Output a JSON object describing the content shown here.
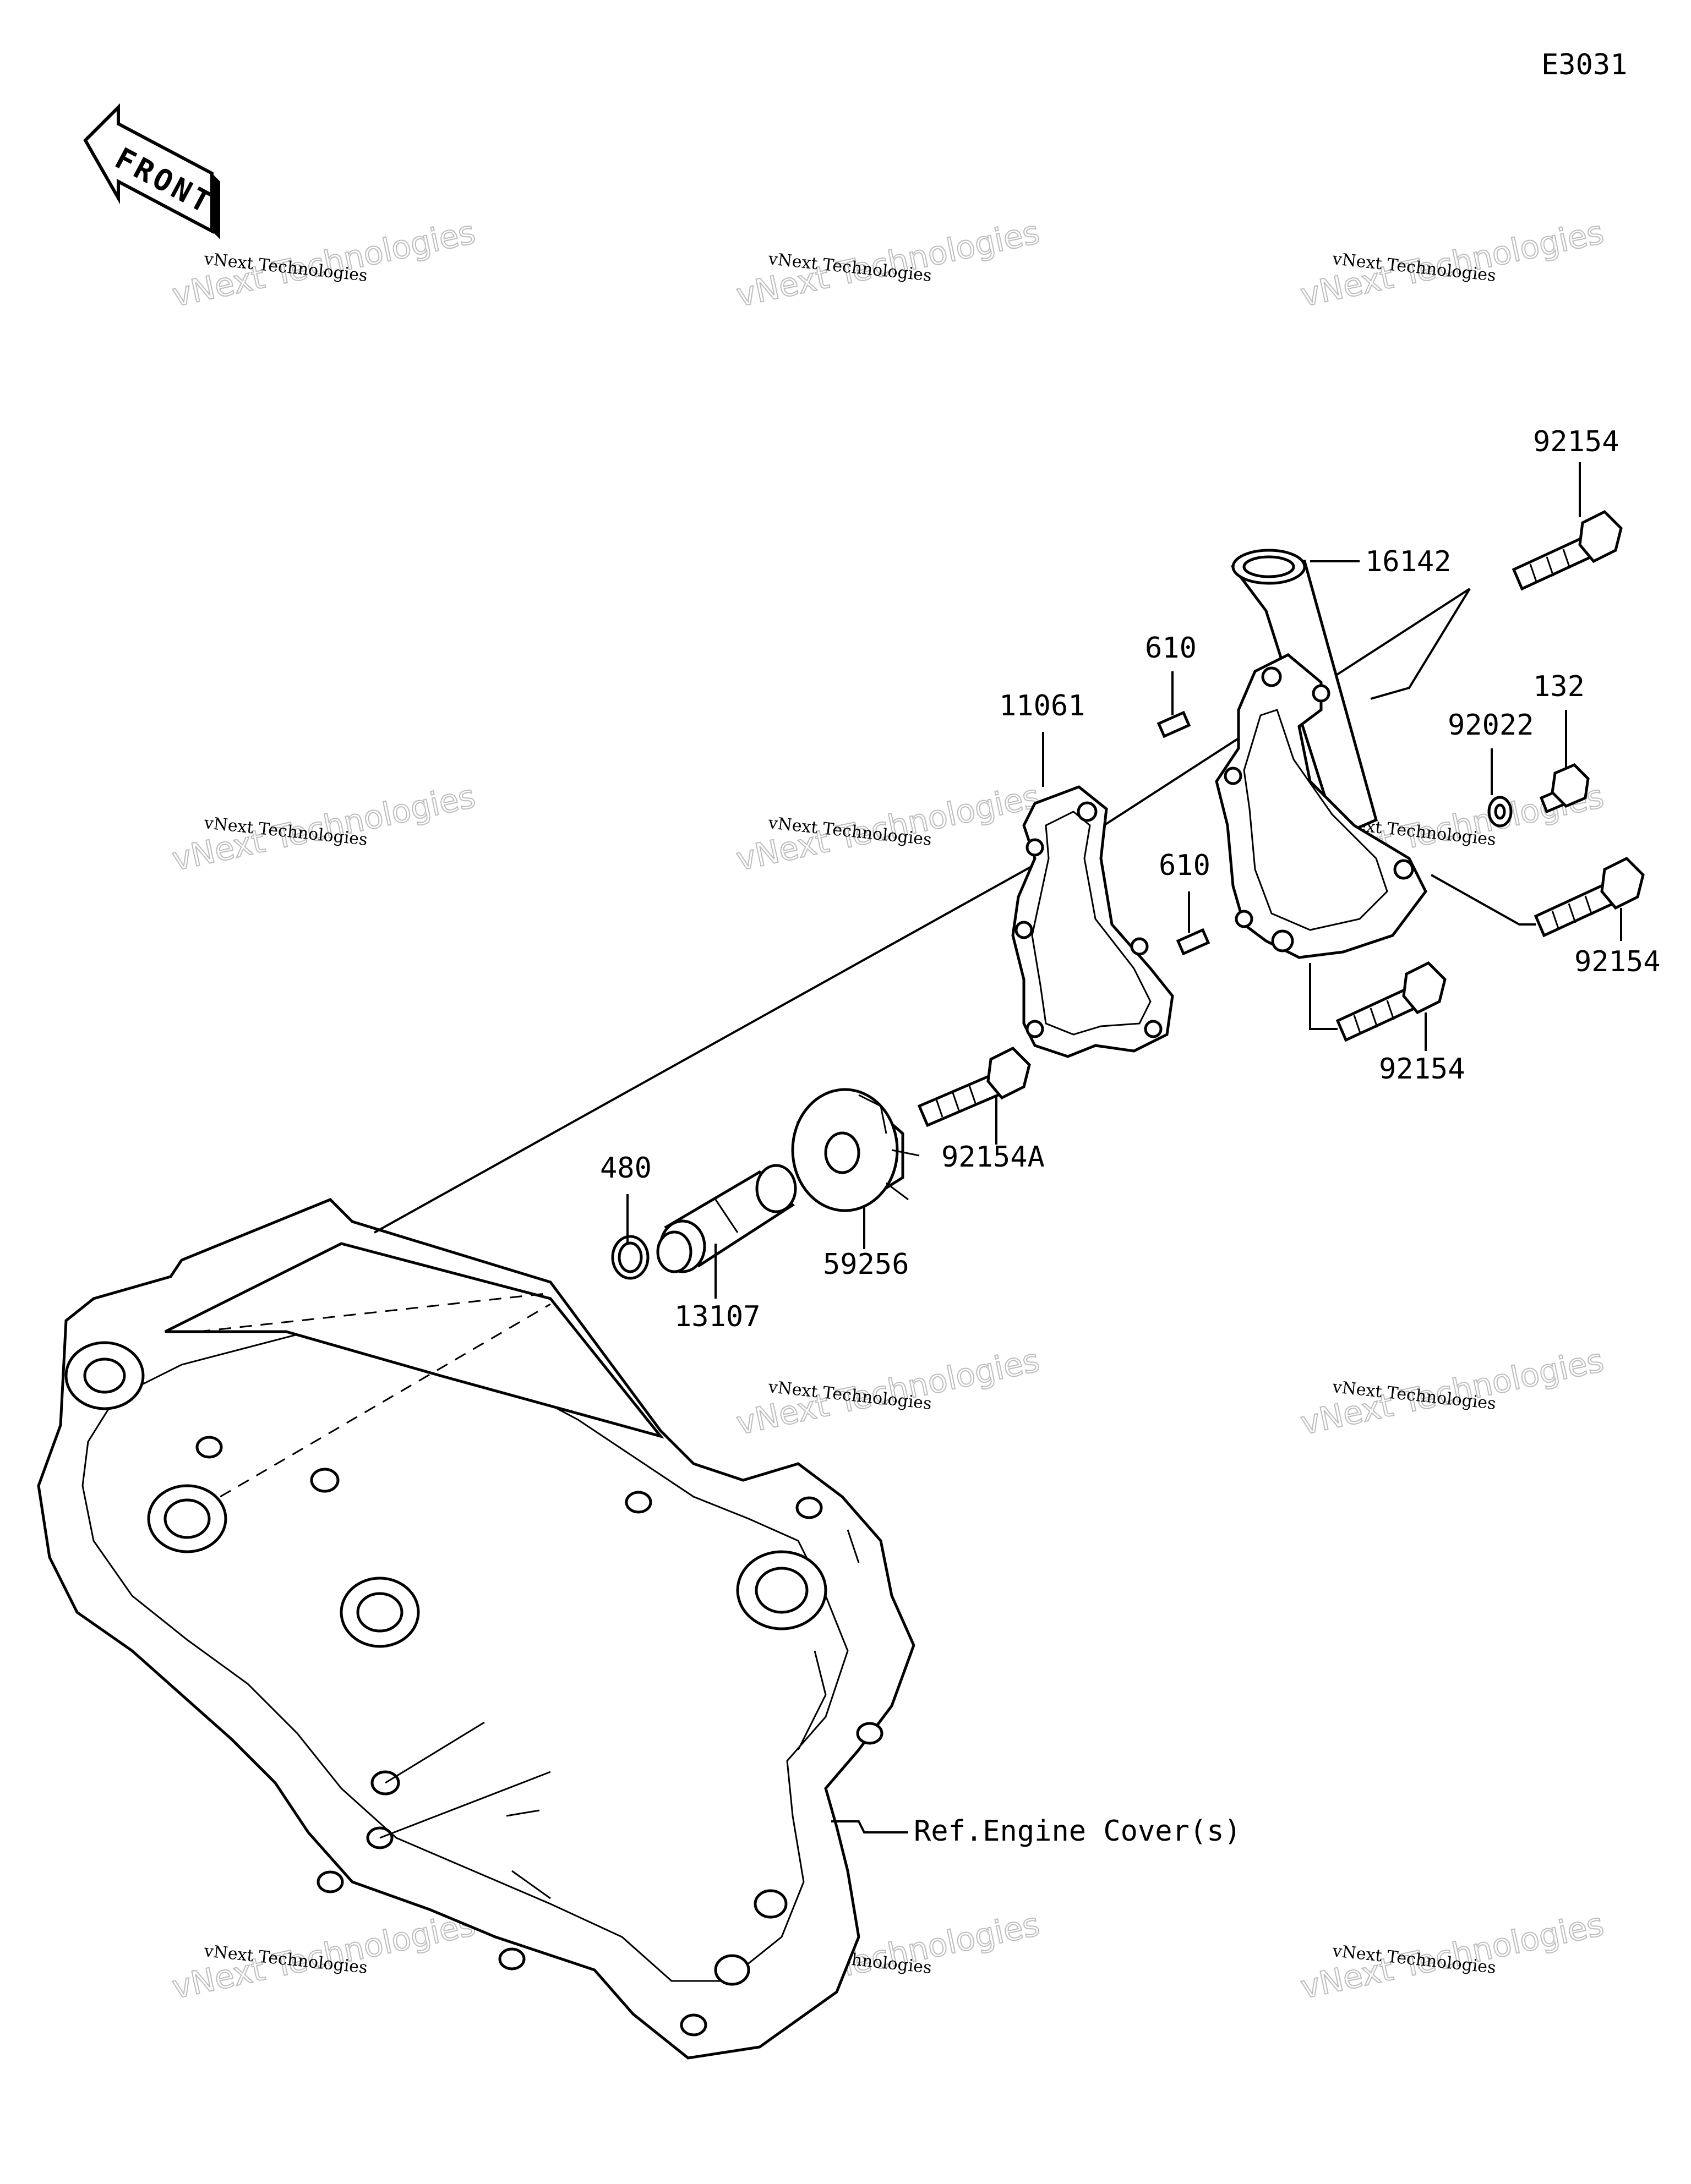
{
  "diagram_code": "E3031",
  "front_label": "FRONT",
  "watermark": {
    "line1": "vNext Technologies",
    "line2": "vNext Technologies"
  },
  "parts": [
    {
      "id": "p92154_top",
      "number": "92154"
    },
    {
      "id": "p16142",
      "number": "16142"
    },
    {
      "id": "p610_top",
      "number": "610"
    },
    {
      "id": "p132",
      "number": "132"
    },
    {
      "id": "p92022",
      "number": "92022"
    },
    {
      "id": "p11061",
      "number": "11061"
    },
    {
      "id": "p610_mid",
      "number": "610"
    },
    {
      "id": "p92154_right",
      "number": "92154"
    },
    {
      "id": "p92154_bottom",
      "number": "92154"
    },
    {
      "id": "p92154A",
      "number": "92154A"
    },
    {
      "id": "p480",
      "number": "480"
    },
    {
      "id": "p59256",
      "number": "59256"
    },
    {
      "id": "p13107",
      "number": "13107"
    }
  ],
  "reference_label": "Ref.Engine Cover(s)"
}
